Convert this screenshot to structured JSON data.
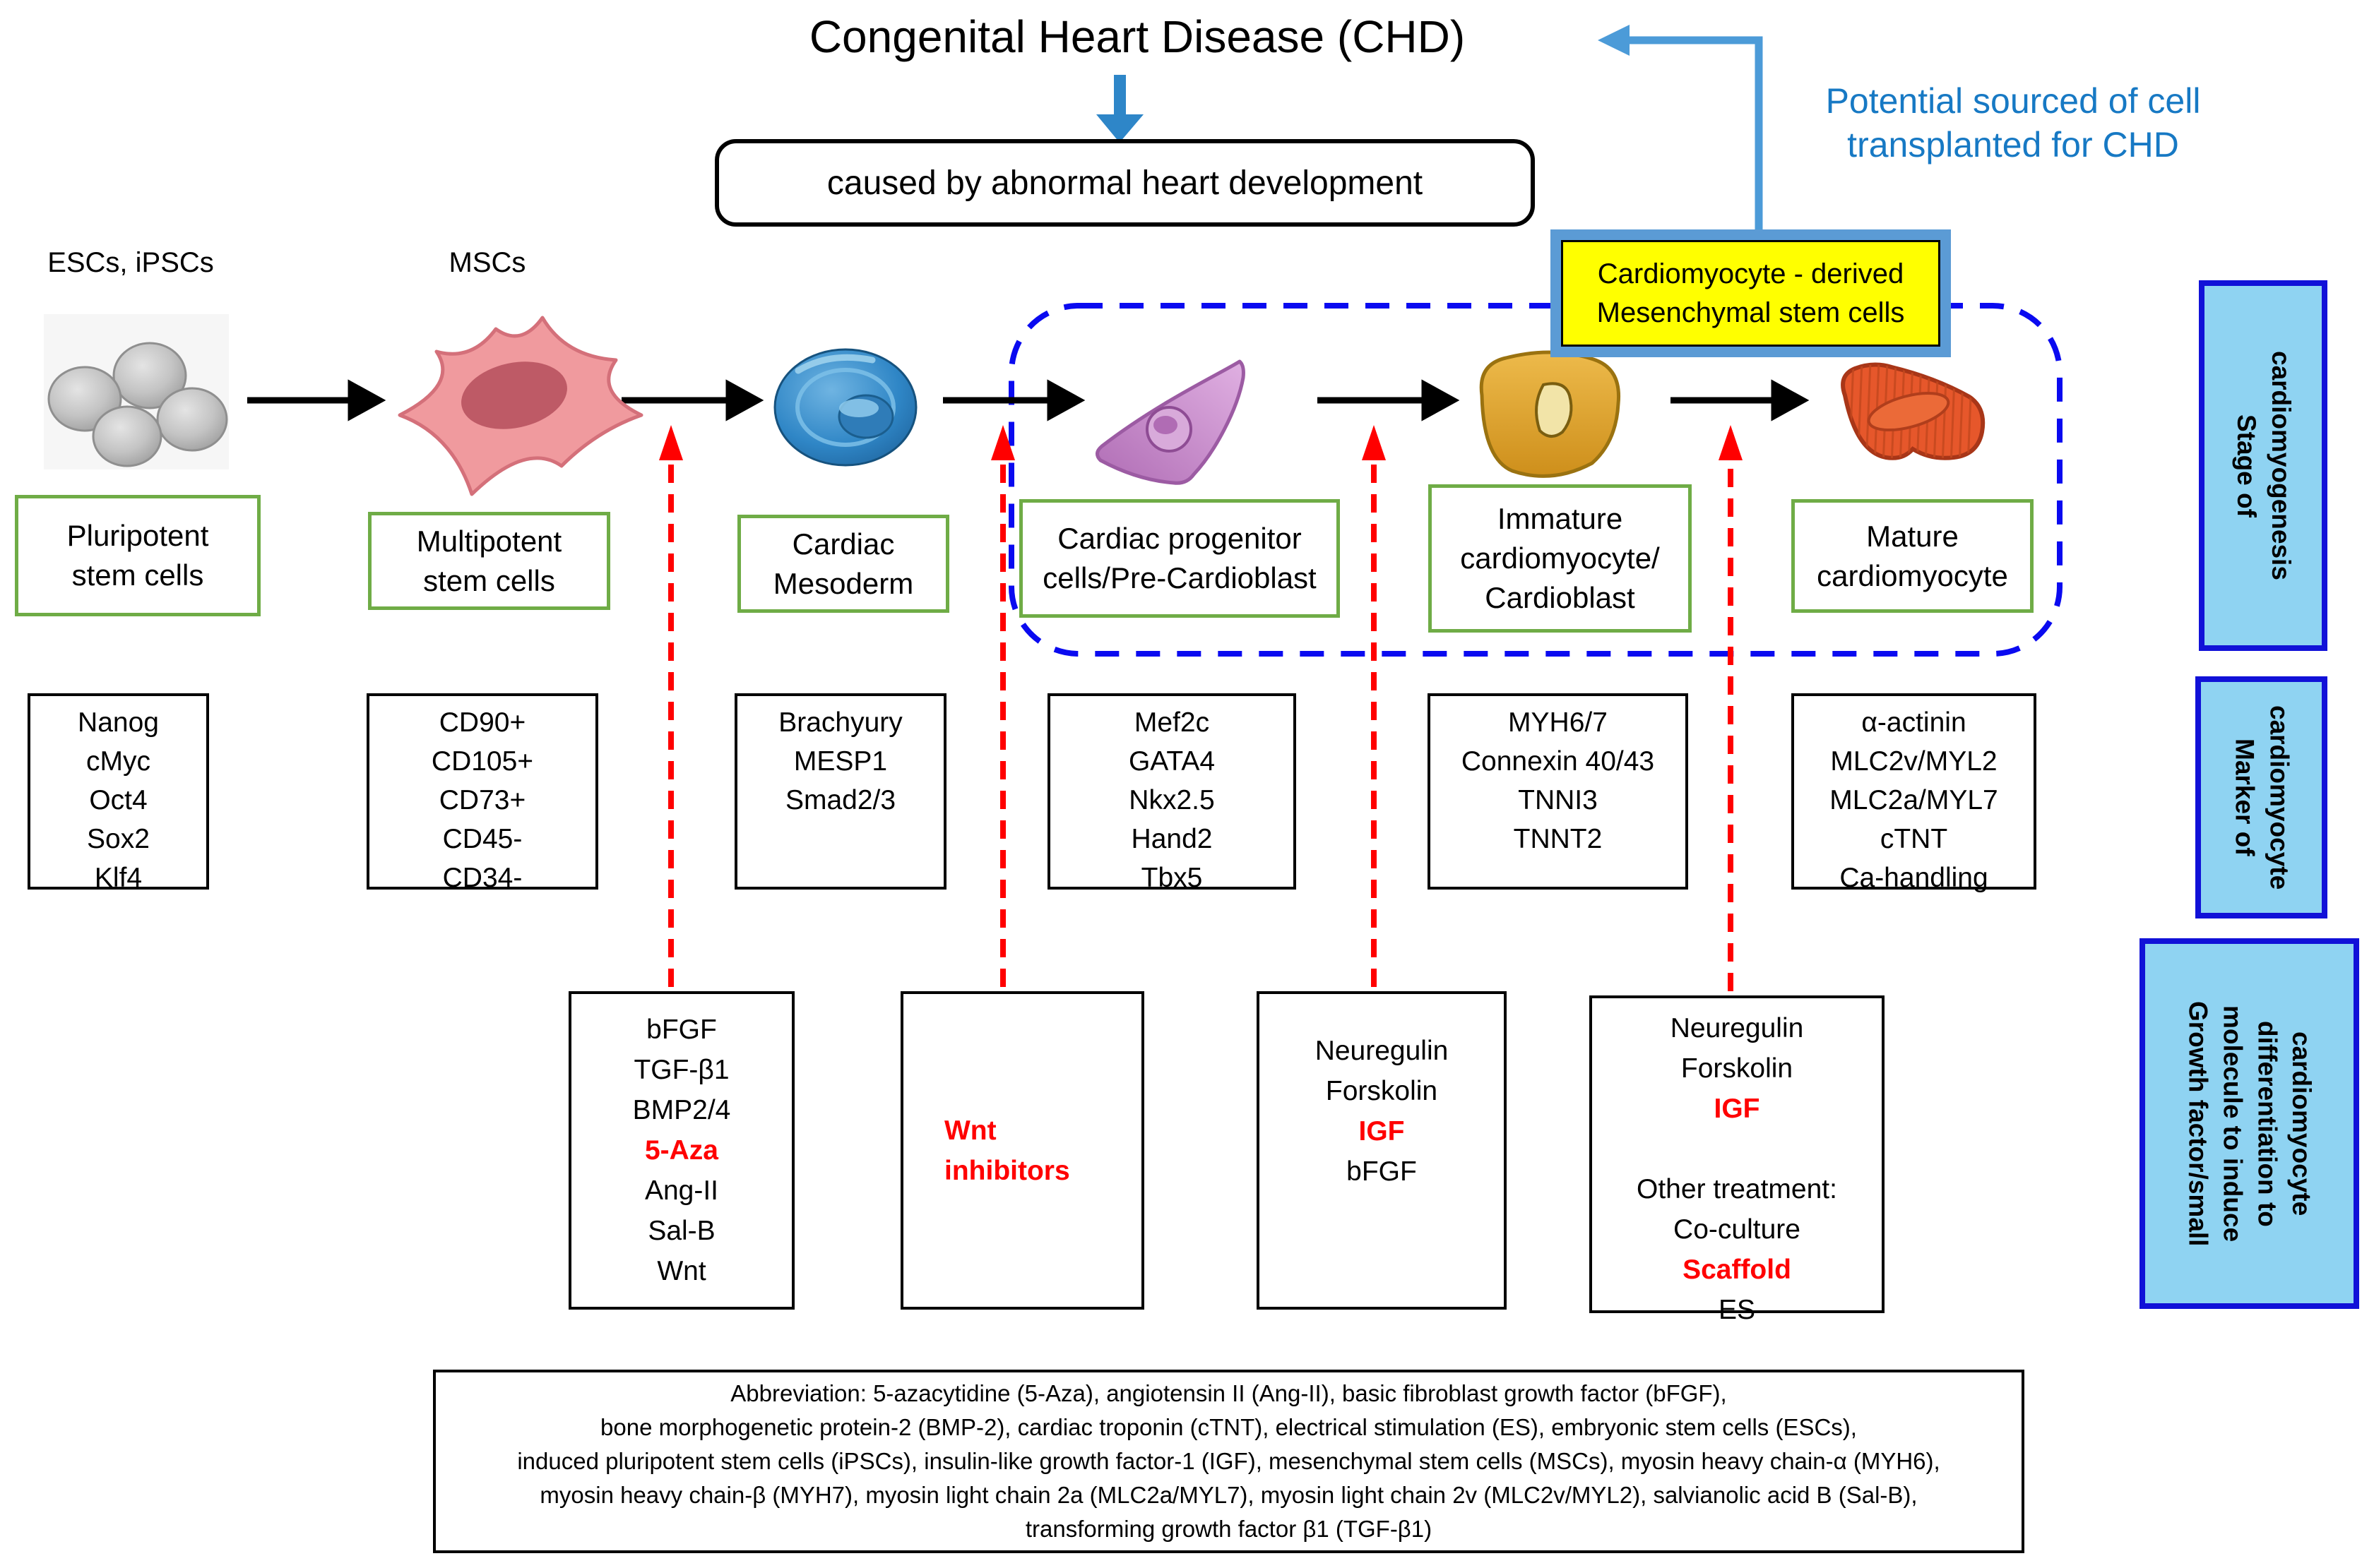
{
  "title": "Congenital Heart Disease (CHD)",
  "cause_box": "caused by abnormal heart development",
  "potential_note": "Potential sourced of cell\ntransplanted for CHD",
  "yellow_box": "Cardiomyocyte - derived\nMesenchymal stem cells",
  "cell_type_labels": {
    "pluripotent": "ESCs, iPSCs",
    "multipotent": "MSCs"
  },
  "stages": [
    {
      "name": "Pluripotent\nstem cells"
    },
    {
      "name": "Multipotent\nstem cells"
    },
    {
      "name": "Cardiac\nMesoderm"
    },
    {
      "name": "Cardiac progenitor\ncells/Pre-Cardioblast"
    },
    {
      "name": "Immature\ncardiomyocyte/\nCardioblast"
    },
    {
      "name": "Mature\ncardiomyocyte"
    }
  ],
  "markers": [
    {
      "lines": [
        "Nanog",
        "cMyc",
        "Oct4",
        "Sox2",
        "Klf4"
      ]
    },
    {
      "lines": [
        "CD90+",
        "CD105+",
        "CD73+",
        "CD45-",
        "CD34-"
      ]
    },
    {
      "lines": [
        "Brachyury",
        "MESP1",
        "Smad2/3"
      ]
    },
    {
      "lines": [
        "Mef2c",
        "GATA4",
        "Nkx2.5",
        "Hand2",
        "Tbx5"
      ]
    },
    {
      "lines": [
        "MYH6/7",
        "Connexin 40/43",
        "TNNI3",
        "TNNT2"
      ]
    },
    {
      "lines": [
        "α-actinin",
        "MLC2v/MYL2",
        "MLC2a/MYL7",
        "cTNT",
        "Ca-handling"
      ]
    }
  ],
  "growth_factors": [
    {
      "lines": [
        {
          "t": "bFGF"
        },
        {
          "t": "TGF-β1"
        },
        {
          "t": "BMP2/4"
        },
        {
          "t": "5-Aza",
          "red": true
        },
        {
          "t": "Ang-II"
        },
        {
          "t": "Sal-B"
        },
        {
          "t": "Wnt"
        }
      ]
    },
    {
      "lines": [
        {
          "t": "Wnt",
          "red": true
        },
        {
          "t": "inhibitors",
          "red": true
        }
      ]
    },
    {
      "lines": [
        {
          "t": "Neuregulin"
        },
        {
          "t": "Forskolin"
        },
        {
          "t": "IGF",
          "red": true
        },
        {
          "t": "bFGF"
        }
      ]
    },
    {
      "lines": [
        {
          "t": "Neuregulin"
        },
        {
          "t": "Forskolin"
        },
        {
          "t": "IGF",
          "red": true
        },
        {
          "t": ""
        },
        {
          "t": "Other treatment:"
        },
        {
          "t": "Co-culture"
        },
        {
          "t": "Scaffold",
          "red": true
        },
        {
          "t": "ES"
        }
      ]
    }
  ],
  "side_labels": [
    {
      "text": "Stage of\ncardiomyogenesis"
    },
    {
      "text": "Marker of\ncardiomyocyte"
    },
    {
      "text": "Growth factor/small\nmolecule to induce\ndifferentiation to\ncardiomyocyte"
    }
  ],
  "abbreviation_lines": [
    "Abbreviation: 5-azacytidine (5-Aza), angiotensin II (Ang-II), basic fibroblast growth factor (bFGF),",
    "bone morphogenetic protein-2 (BMP-2), cardiac troponin (cTNT), electrical stimulation (ES), embryonic stem cells (ESCs),",
    "induced pluripotent stem cells (iPSCs), insulin-like growth factor-1 (IGF), mesenchymal stem cells (MSCs), myosin heavy chain-α (MYH6),",
    "myosin heavy chain-β (MYH7), myosin light chain 2a (MLC2a/MYL7), myosin light chain 2v (MLC2v/MYL2), salvianolic acid B (Sal-B),",
    "transforming growth factor β1 (TGF-β1)"
  ],
  "colors": {
    "accent_blue": "#1779C4",
    "connector_blue": "#4C9BD8",
    "frame_blue": "#5B9BD5",
    "dashed_blue": "#0A0AF0",
    "arrow_red": "#FF0000",
    "green_border": "#6FAC46",
    "side_fill": "#8FD3F2",
    "side_border": "#1111D8",
    "highlight_yellow": "#FFFF00"
  }
}
